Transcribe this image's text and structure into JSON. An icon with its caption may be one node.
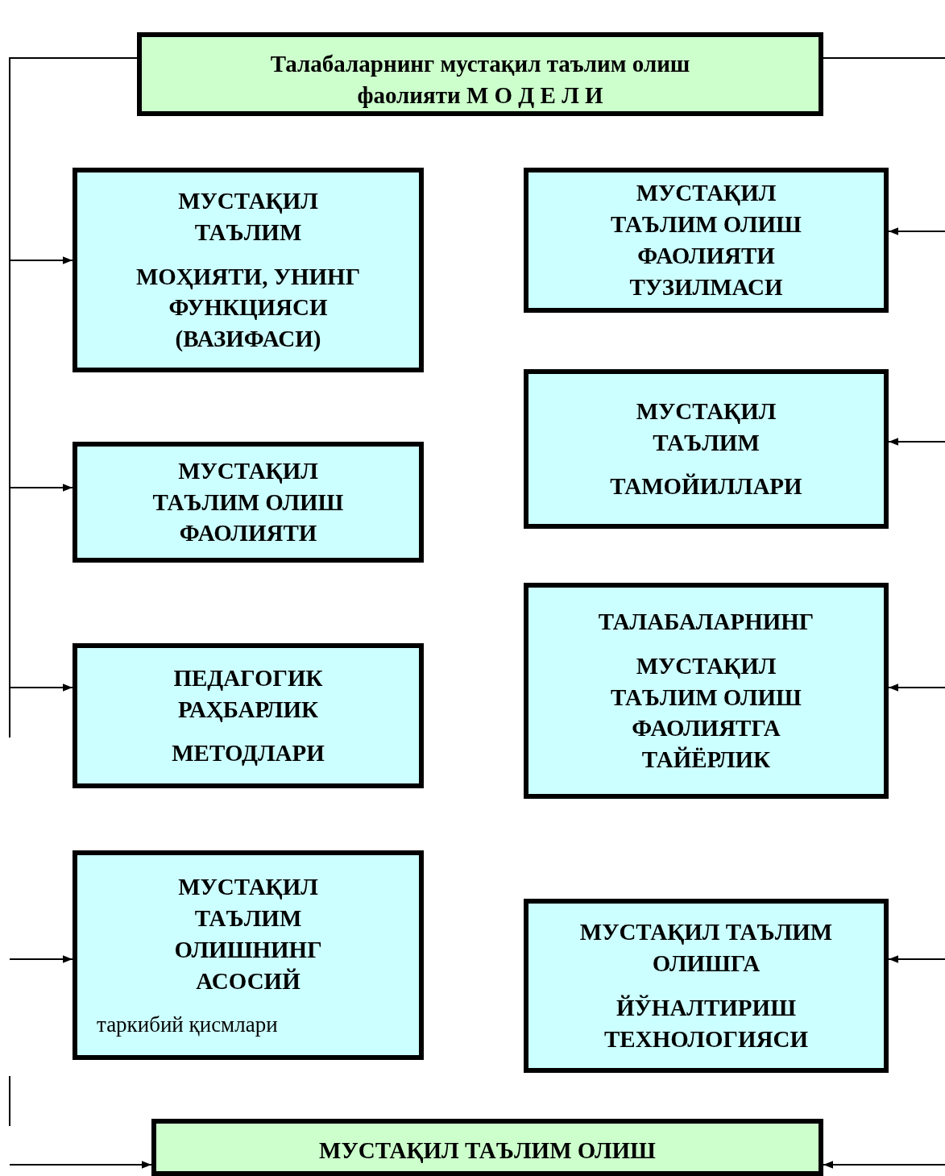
{
  "diagram": {
    "nodes": [
      {
        "text": [
          "Талабаларнинг  мустақил таълим олиш фаолияти  М О Д Е Л И"
        ]
      },
      {
        "text": [
          "МУСТАҚИЛ ТАЪЛИМ",
          "МОҲИЯТИ, УНИНГ ФУНКЦИЯСИ (ВАЗИФАСИ)"
        ]
      },
      {
        "text": [
          "МУСТАҚИЛ ТАЪЛИМ ОЛИШ ФАОЛИЯТИ ТУЗИЛМАСИ"
        ]
      },
      {
        "text": [
          "МУСТАҚИЛ ТАЪЛИМ ОЛИШ ФАОЛИЯТИ"
        ]
      },
      {
        "text": [
          "МУСТАҚИЛ ТАЪЛИМ",
          "ТАМОЙИЛЛАРИ"
        ]
      },
      {
        "text": [
          "ПЕДАГОГИК РАҲБАРЛИК",
          "МЕТОДЛАРИ"
        ]
      },
      {
        "text": [
          "ТАЛАБАЛАРНИНГ",
          "МУСТАҚИЛ ТАЪЛИМ ОЛИШ ФАОЛИЯТГА ТАЙЁРЛИК"
        ]
      },
      {
        "text": [
          "МУСТАҚИЛ ТАЪЛИМ ОЛИШНИНГ АСОСИЙ",
          "таркибий қисмлари"
        ]
      },
      {
        "text": [
          "МУСТАҚИЛ ТАЪЛИМ ОЛИШГА",
          "ЙЎНАЛТИРИШ ТЕХНОЛОГИЯСИ"
        ]
      },
      {
        "text": [
          "МУСТАҚИЛ ТАЪЛИМ ОЛИШ"
        ]
      }
    ],
    "edges": [
      {
        "from": 0,
        "to": 1,
        "arrow": "to"
      },
      {
        "from": 0,
        "to": 3,
        "arrow": "to"
      },
      {
        "from": 0,
        "to": 5,
        "arrow": "to"
      },
      {
        "from": null,
        "to": 7,
        "arrow": "to"
      },
      {
        "from": null,
        "to": 9,
        "arrow": "to"
      },
      {
        "from": 0,
        "to": null,
        "arrow": "none"
      },
      {
        "from": null,
        "to": 2,
        "arrow": "to"
      },
      {
        "from": null,
        "to": 4,
        "arrow": "to"
      },
      {
        "from": null,
        "to": 6,
        "arrow": "to"
      },
      {
        "from": null,
        "to": 8,
        "arrow": "to"
      },
      {
        "from": null,
        "to": 9,
        "arrow": "to"
      }
    ]
  }
}
